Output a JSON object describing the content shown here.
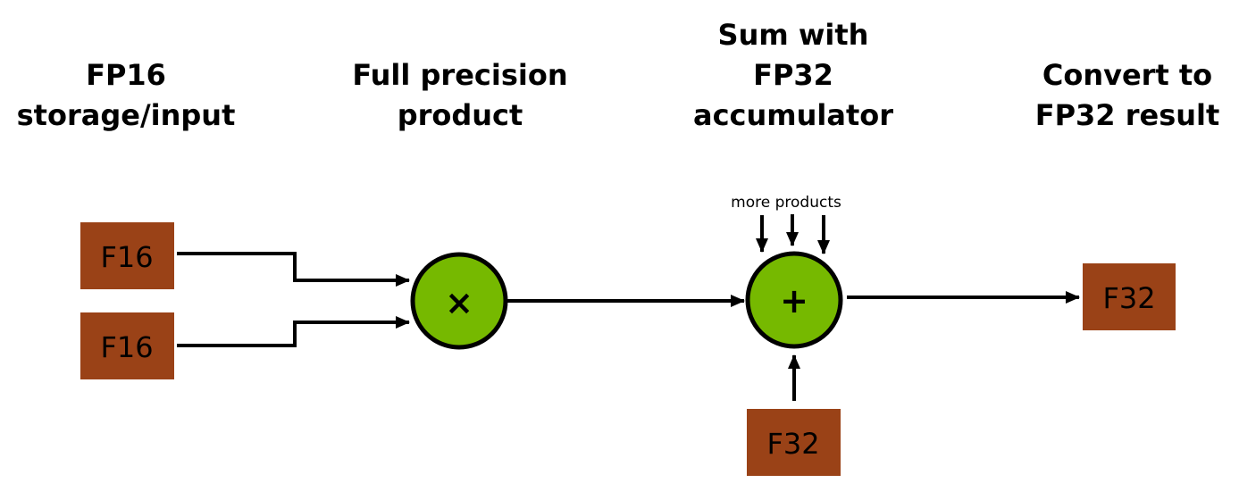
{
  "headers": {
    "input": [
      "FP16",
      "storage/input"
    ],
    "product": [
      "Full precision",
      "product"
    ],
    "sum": [
      "Sum with",
      "FP32",
      "accumulator"
    ],
    "convert": [
      "Convert to",
      "FP32 result"
    ]
  },
  "nodes": {
    "input_a": "F16",
    "input_b": "F16",
    "multiply": "×",
    "add": "+",
    "accumulator_in": "F32",
    "result": "F32"
  },
  "annotations": {
    "more_products": "more products"
  },
  "colors": {
    "register": "#9a4217",
    "operator": "#76b900"
  }
}
